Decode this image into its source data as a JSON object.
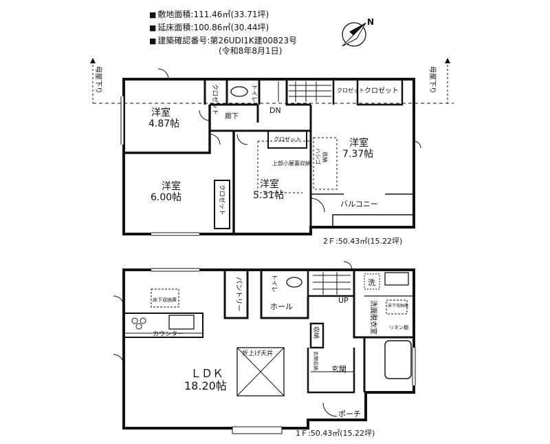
{
  "specs": {
    "site_area": "敷地面積:111.46㎡(33.71坪)",
    "floor_area": "延床面積:100.86㎡(30.44坪)",
    "permit": "建築確認番号:第26UDI1K建00823号",
    "permit_date": "(令和8年8月1日)"
  },
  "compass": {
    "label": "N"
  },
  "eave_label": "母屋下り",
  "floor2": {
    "caption": "2Ｆ:50.43㎡(15.22坪)",
    "rooms": {
      "western_a_name": "洋室",
      "western_a_size": "4.87帖",
      "western_b_name": "洋室",
      "western_b_size": "6.00帖",
      "western_c_name": "洋室",
      "western_c_size": "5.31帖",
      "western_d_name": "洋室",
      "western_d_size": "7.37帖",
      "closet_small_1": "クロゼット",
      "toilet": "トイレ",
      "stairs_dn": "DN",
      "closet_small_2": "クロゼット",
      "closet_big": "クロゼット",
      "hallway": "廊下",
      "closet_mid": "クロゼット",
      "attic": "上部小屋裏収納",
      "storage_small": "収納",
      "ladder": "ハシゴ",
      "closet_vertical": "クロゼット",
      "balcony": "バルコニー"
    }
  },
  "floor1": {
    "caption": "1Ｆ:50.43㎡(15.22坪)",
    "rooms": {
      "ldk_name": "ＬＤＫ",
      "ldk_size": "18.20帖",
      "ceiling": "折上げ天井",
      "floor_storage_1": "床下収納庫",
      "counter": "カウンター",
      "pantry": "パントリー",
      "toilet": "トイレ",
      "hall": "ホール",
      "stairs_up": "UP",
      "laundry": "洗",
      "dressing": "洗面脱衣室",
      "floor_storage_2": "床下収納庫",
      "linen": "リネン棚",
      "storage": "収納",
      "shoe_storage": "玄関収納",
      "entrance": "玄関",
      "porch": "ポーチ"
    }
  }
}
